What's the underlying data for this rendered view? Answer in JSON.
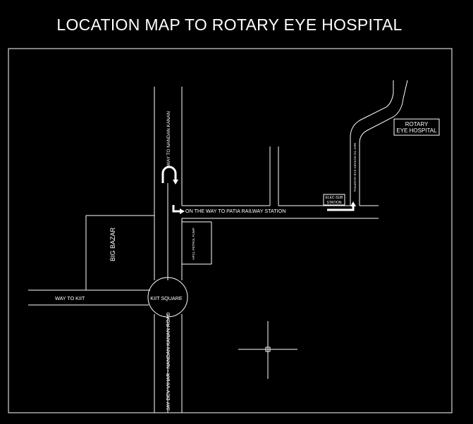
{
  "title": "LOCATION MAP TO ROTARY EYE HOSPITAL",
  "labels": {
    "way_to_nandan_kanan": "WAY TO NANDAN KANAN",
    "patia_railway": "ON THE WAY TO PATIA RAILWAY STATION",
    "big_bazar": "BIG BAZAR",
    "hpcl_petrol_pump": "HPCL PETROL PUMP",
    "way_to_kiit": "WAY TO KIIT",
    "kiit_square": "KIIT SQUARE",
    "jaydev_vihar_road": "JAY DEV VIHAR - NANDAN KANAN ROAD",
    "way_to_rotary": "WAY TO ROTARY EYE HOSPITAL",
    "elec_sub_station_line1": "ELEC-SUB",
    "elec_sub_station_line2": "STATION",
    "rotary_line1": "ROTARY",
    "rotary_line2": "EYE HOSPITAL"
  },
  "colors": {
    "background": "#000000",
    "lines": "#ffffff"
  }
}
